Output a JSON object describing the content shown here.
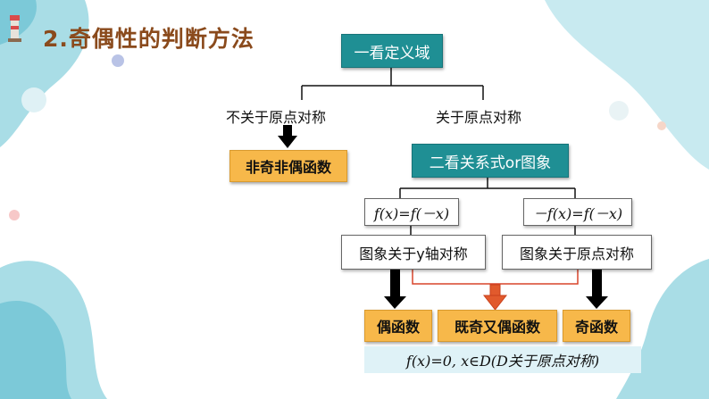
{
  "title": "2.奇偶性的判断方法",
  "diagram": {
    "step1": "一看定义域",
    "branch_left": "不关于原点对称",
    "branch_right": "关于原点对称",
    "result_neither": "非奇非偶函数",
    "step2": "二看关系式or图象",
    "cond_even": "f(x)=f(－x)",
    "cond_odd": "－f(x)=f(－x)",
    "graph_even": "图象关于y轴对称",
    "graph_odd": "图象关于原点对称",
    "result_even": "偶函数",
    "result_both": "既奇又偶函数",
    "result_odd": "奇函数",
    "formula": "f(x)=0, x∈D(D关于原点对称)"
  },
  "colors": {
    "title": "#8a4a1c",
    "teal_box": "#1f8f94",
    "orange_box": "#f7b84a",
    "red_arrow": "#d9452b"
  }
}
